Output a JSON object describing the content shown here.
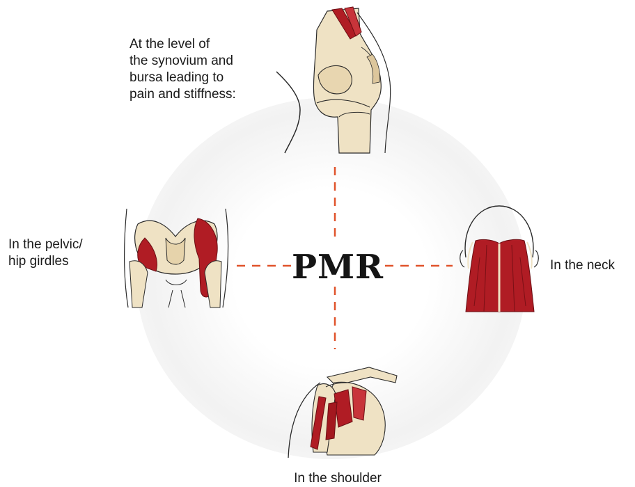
{
  "center": {
    "title": "PMR"
  },
  "sites": {
    "knee": {
      "label_lines": [
        "At the level of",
        "the synovium and",
        "bursa leading to",
        "pain and stiffness:"
      ],
      "icon": "knee-joint-illustration"
    },
    "pelvis": {
      "label_lines": [
        "In the pelvic/",
        "hip girdles"
      ],
      "icon": "pelvis-hip-illustration"
    },
    "neck": {
      "label": "In the neck",
      "icon": "neck-muscles-illustration"
    },
    "shoulder": {
      "label": "In the shoulder",
      "icon": "shoulder-muscles-illustration"
    }
  },
  "colors": {
    "connector": "#e0532b",
    "muscle": "#b01c24",
    "bone": "#efe2c4",
    "outline": "#2a2a2a"
  }
}
